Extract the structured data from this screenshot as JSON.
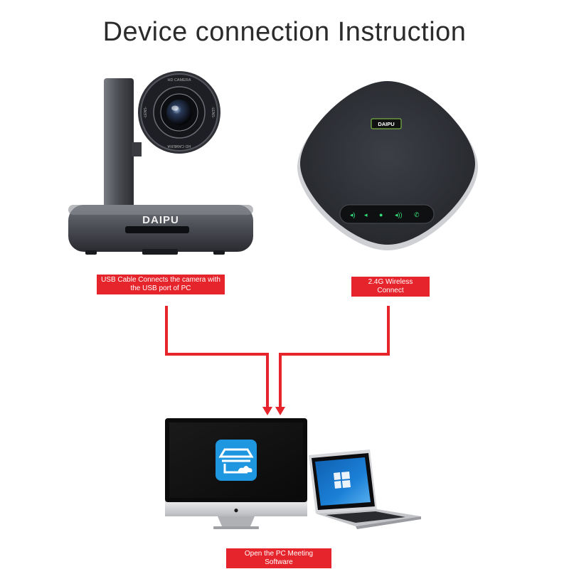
{
  "title": "Device connection Instruction",
  "camera": {
    "brand": "DAIPU",
    "lens_top_text": "HD CAMERA",
    "lens_bottom_text": "HD CAMERA",
    "lens_side_text": "-LENS-",
    "label_line1": "USB Cable Connects the camera with",
    "label_line2": "the USB port of PC"
  },
  "speakerphone": {
    "brand": "DAIPU",
    "label": "2.4G Wireless Connect"
  },
  "computer": {
    "label": "Open the PC Meeting Software"
  },
  "colors": {
    "connector": "#e5242b",
    "label_bg": "#e5242b",
    "app_icon": "#1e96e0"
  }
}
